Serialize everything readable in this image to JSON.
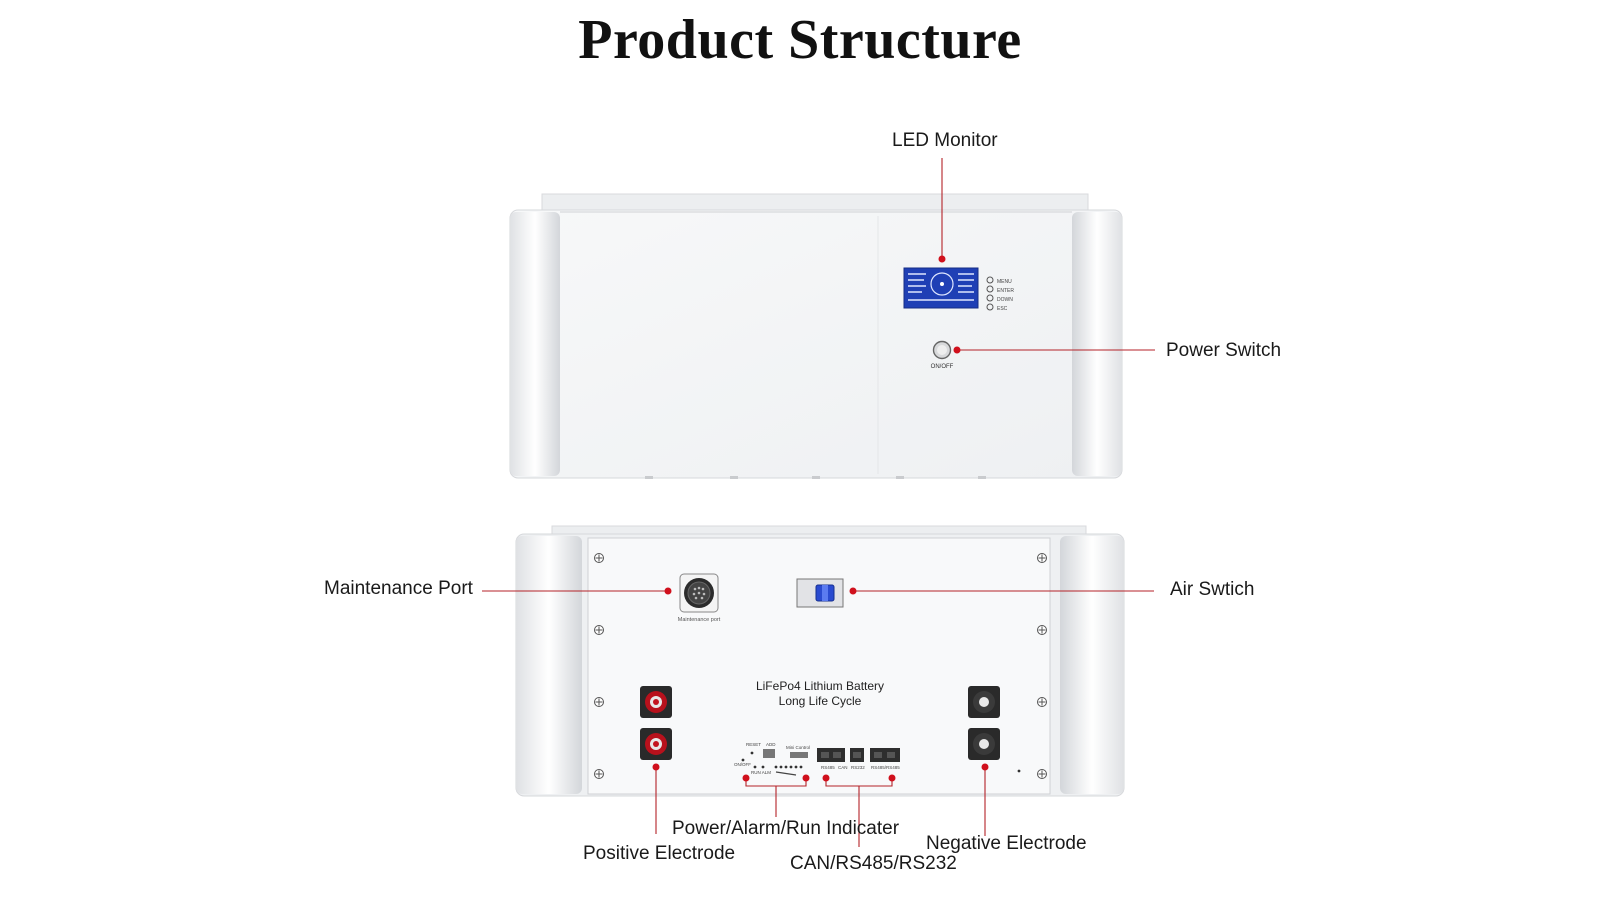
{
  "title": "Product Structure",
  "callouts": {
    "led_monitor": "LED Monitor",
    "power_switch": "Power Switch",
    "maintenance_port": "Maintenance Port",
    "air_switch": "Air Swtich",
    "indicator": "Power/Alarm/Run Indicater",
    "positive": "Positive Electrode",
    "negative": "Negative Electrode",
    "comm": "CAN/RS485/RS232"
  },
  "front_panel": {
    "onoff": "ON/OFF",
    "status_labels": [
      "MENU",
      "ENTER",
      "DOWN",
      "ESC"
    ]
  },
  "back_panel": {
    "product_line1": "LiFePo4 Lithium Battery",
    "product_line2": "Long Life Cycle",
    "maintenance_caption": "Maintenance port",
    "small_labels": {
      "reset": "RESET",
      "add": "ADD",
      "mini_control": "Mini Control",
      "onoff": "ON/OFF",
      "run_alm": "RUN  ALM",
      "rs485": "RS485",
      "can": "CAN",
      "rs232": "RS232",
      "rs485_2": "RS485/RS485"
    }
  },
  "colors": {
    "accent": "#d0101c",
    "lcd": "#1f3fb5",
    "case": "#f3f4f6"
  }
}
